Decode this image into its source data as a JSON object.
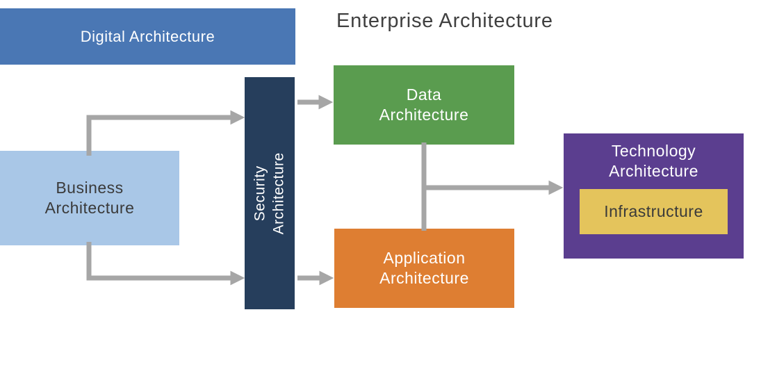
{
  "title": "Enterprise Architecture",
  "boxes": {
    "digital": {
      "label": "Digital Architecture"
    },
    "business": {
      "label": "Business\nArchitecture"
    },
    "security": {
      "label": "Security\nArchitecture"
    },
    "data": {
      "label": "Data\nArchitecture"
    },
    "application": {
      "label": "Application\nArchitecture"
    },
    "technology": {
      "label": "Technology\nArchitecture"
    },
    "infrastructure": {
      "label": "Infrastructure"
    }
  },
  "colors": {
    "digital_bg": "#4A77B4",
    "business_bg": "#A9C7E7",
    "security_bg": "#263E5C",
    "data_bg": "#5A9C4F",
    "application_bg": "#DE7E32",
    "technology_bg": "#5B3E8F",
    "infrastructure_bg": "#E4C45C",
    "connector": "#A6A6A6",
    "title_text": "#404040",
    "light_text": "#FFFFFF",
    "dark_text": "#3A3A3A"
  }
}
